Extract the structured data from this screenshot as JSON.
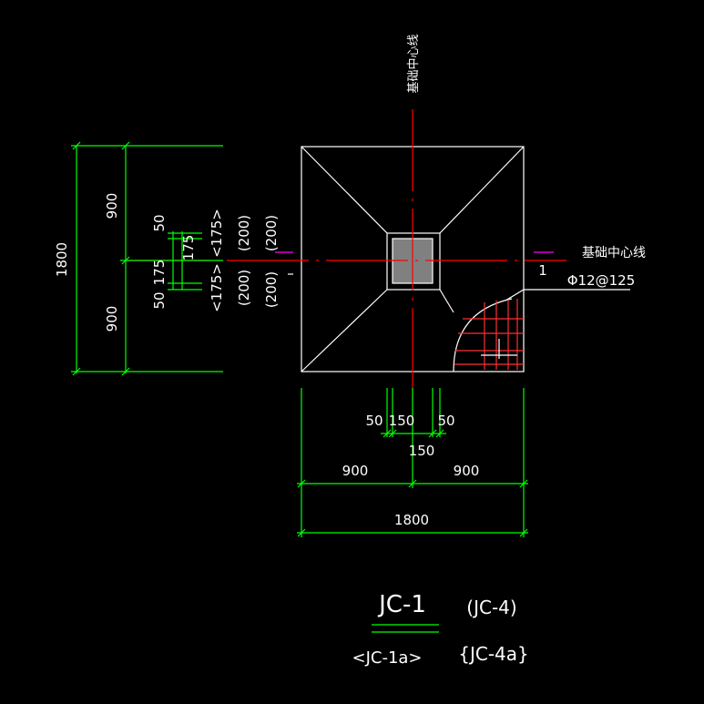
{
  "drawing": {
    "title_center_line_vertical": "基础中心线",
    "title_center_line_horizontal": "基础中心线",
    "section_marker": "1",
    "rebar_label": "Φ12@125"
  },
  "dimensions": {
    "left_total": "1800",
    "left_upper": "900",
    "left_lower": "900",
    "left_50_top": "50",
    "left_175_top": "175",
    "left_175_bottom": "175",
    "left_50_bottom": "50",
    "left_bracket_175_top": "<175>",
    "left_bracket_175_bottom": "<175>",
    "left_paren_200_a_top": "(200)",
    "left_paren_200_b_top": "(200)",
    "left_paren_200_a_bottom": "(200)",
    "left_paren_200_b_bottom": "(200)",
    "bottom_50_left": "50",
    "bottom_150": "150",
    "bottom_50_right": "50",
    "bottom_150_center": "150",
    "bottom_900_left": "900",
    "bottom_900_right": "900",
    "bottom_total": "1800"
  },
  "labels": {
    "jc_main": "JC-1",
    "jc_a": "<JC-1a>",
    "jc_paren": "(JC-4)",
    "jc_brace": "{JC-4a}"
  },
  "colors": {
    "background": "#000000",
    "outline": "#ffffff",
    "dimension": "#00ff00",
    "center_line": "#ff0000",
    "column_fill": "#808080",
    "leader": "#ff00ff"
  }
}
